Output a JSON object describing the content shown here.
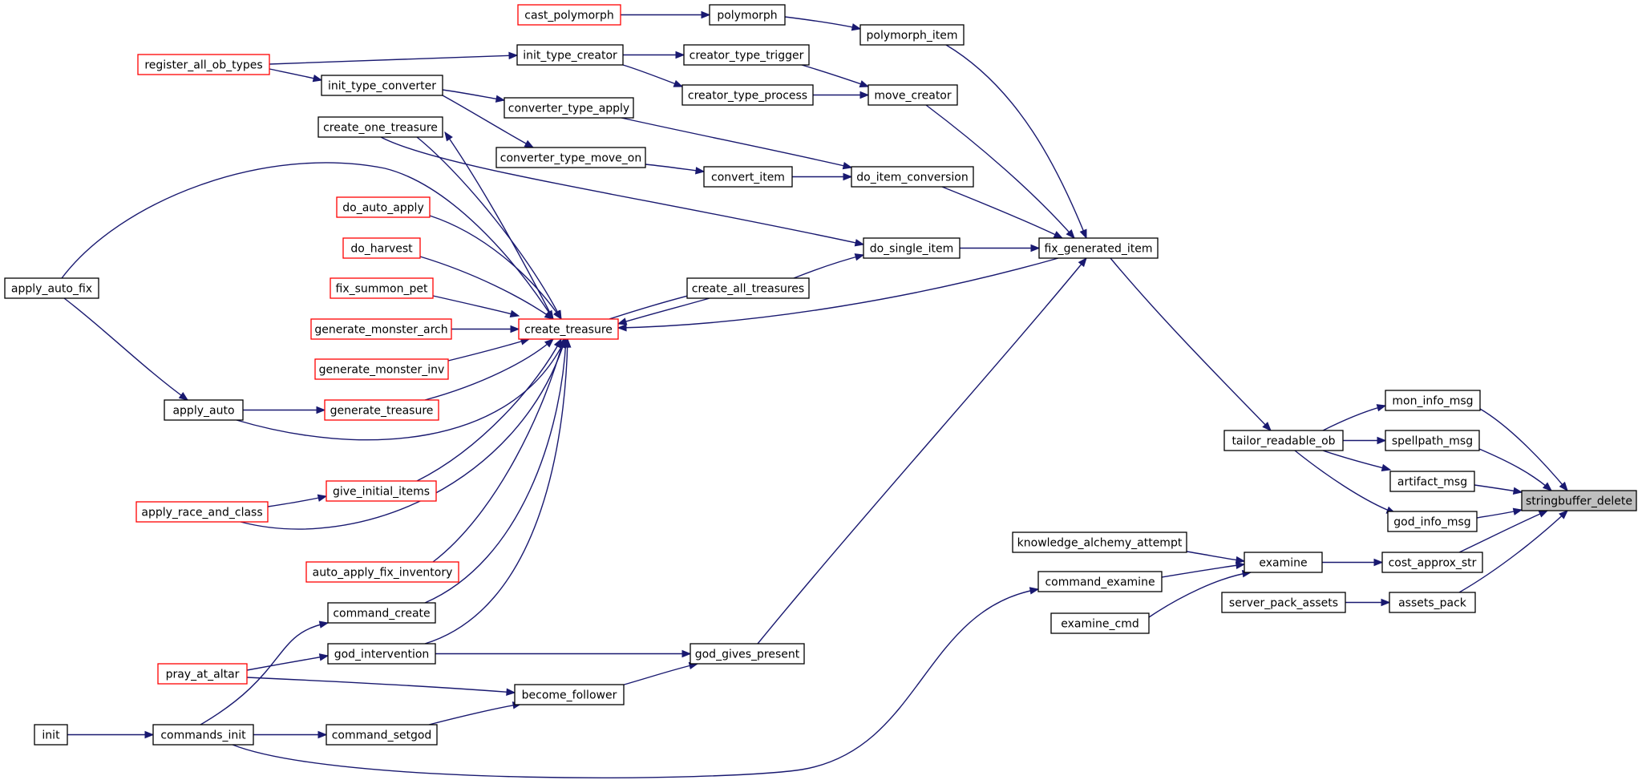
{
  "colors": {
    "edge": "#191970",
    "border_normal": "#000000",
    "border_truncated": "#ff0000",
    "focus_fill": "#bfbfbf"
  },
  "nodes": [
    {
      "id": "cast_polymorph",
      "label": "cast_polymorph",
      "style": "truncated"
    },
    {
      "id": "polymorph",
      "label": "polymorph",
      "style": "normal"
    },
    {
      "id": "polymorph_item",
      "label": "polymorph_item",
      "style": "normal"
    },
    {
      "id": "register_all_ob_types",
      "label": "register_all_ob_types",
      "style": "truncated"
    },
    {
      "id": "init_type_creator",
      "label": "init_type_creator",
      "style": "normal"
    },
    {
      "id": "creator_type_trigger",
      "label": "creator_type_trigger",
      "style": "normal"
    },
    {
      "id": "init_type_converter",
      "label": "init_type_converter",
      "style": "normal"
    },
    {
      "id": "creator_type_process",
      "label": "creator_type_process",
      "style": "normal"
    },
    {
      "id": "move_creator",
      "label": "move_creator",
      "style": "normal"
    },
    {
      "id": "converter_type_apply",
      "label": "converter_type_apply",
      "style": "normal"
    },
    {
      "id": "create_one_treasure",
      "label": "create_one_treasure",
      "style": "normal"
    },
    {
      "id": "converter_type_move_on",
      "label": "converter_type_move_on",
      "style": "normal"
    },
    {
      "id": "convert_item",
      "label": "convert_item",
      "style": "normal"
    },
    {
      "id": "do_item_conversion",
      "label": "do_item_conversion",
      "style": "normal"
    },
    {
      "id": "do_auto_apply",
      "label": "do_auto_apply",
      "style": "truncated"
    },
    {
      "id": "do_harvest",
      "label": "do_harvest",
      "style": "truncated"
    },
    {
      "id": "do_single_item",
      "label": "do_single_item",
      "style": "normal"
    },
    {
      "id": "fix_generated_item",
      "label": "fix_generated_item",
      "style": "normal"
    },
    {
      "id": "apply_auto_fix",
      "label": "apply_auto_fix",
      "style": "normal"
    },
    {
      "id": "fix_summon_pet",
      "label": "fix_summon_pet",
      "style": "truncated"
    },
    {
      "id": "create_all_treasures",
      "label": "create_all_treasures",
      "style": "normal"
    },
    {
      "id": "generate_monster_arch",
      "label": "generate_monster_arch",
      "style": "truncated"
    },
    {
      "id": "create_treasure",
      "label": "create_treasure",
      "style": "truncated"
    },
    {
      "id": "generate_monster_inv",
      "label": "generate_monster_inv",
      "style": "truncated"
    },
    {
      "id": "mon_info_msg",
      "label": "mon_info_msg",
      "style": "normal"
    },
    {
      "id": "apply_auto",
      "label": "apply_auto",
      "style": "normal"
    },
    {
      "id": "generate_treasure",
      "label": "generate_treasure",
      "style": "truncated"
    },
    {
      "id": "tailor_readable_ob",
      "label": "tailor_readable_ob",
      "style": "normal"
    },
    {
      "id": "spellpath_msg",
      "label": "spellpath_msg",
      "style": "normal"
    },
    {
      "id": "artifact_msg",
      "label": "artifact_msg",
      "style": "normal"
    },
    {
      "id": "give_initial_items",
      "label": "give_initial_items",
      "style": "truncated"
    },
    {
      "id": "stringbuffer_delete",
      "label": "stringbuffer_delete",
      "style": "focus"
    },
    {
      "id": "apply_race_and_class",
      "label": "apply_race_and_class",
      "style": "truncated"
    },
    {
      "id": "god_info_msg",
      "label": "god_info_msg",
      "style": "normal"
    },
    {
      "id": "knowledge_alchemy_attempt",
      "label": "knowledge_alchemy_attempt",
      "style": "normal"
    },
    {
      "id": "examine",
      "label": "examine",
      "style": "normal"
    },
    {
      "id": "cost_approx_str",
      "label": "cost_approx_str",
      "style": "normal"
    },
    {
      "id": "auto_apply_fix_inventory",
      "label": "auto_apply_fix_inventory",
      "style": "truncated"
    },
    {
      "id": "command_examine",
      "label": "command_examine",
      "style": "normal"
    },
    {
      "id": "command_create",
      "label": "command_create",
      "style": "normal"
    },
    {
      "id": "server_pack_assets",
      "label": "server_pack_assets",
      "style": "normal"
    },
    {
      "id": "assets_pack",
      "label": "assets_pack",
      "style": "normal"
    },
    {
      "id": "examine_cmd",
      "label": "examine_cmd",
      "style": "normal"
    },
    {
      "id": "god_intervention",
      "label": "god_intervention",
      "style": "normal"
    },
    {
      "id": "god_gives_present",
      "label": "god_gives_present",
      "style": "normal"
    },
    {
      "id": "pray_at_altar",
      "label": "pray_at_altar",
      "style": "truncated"
    },
    {
      "id": "become_follower",
      "label": "become_follower",
      "style": "normal"
    },
    {
      "id": "init",
      "label": "init",
      "style": "normal"
    },
    {
      "id": "commands_init",
      "label": "commands_init",
      "style": "normal"
    },
    {
      "id": "command_setgod",
      "label": "command_setgod",
      "style": "normal"
    }
  ],
  "edges": [
    {
      "from": "cast_polymorph",
      "to": "polymorph"
    },
    {
      "from": "polymorph",
      "to": "polymorph_item"
    },
    {
      "from": "polymorph_item",
      "to": "fix_generated_item"
    },
    {
      "from": "register_all_ob_types",
      "to": "init_type_creator"
    },
    {
      "from": "register_all_ob_types",
      "to": "init_type_converter"
    },
    {
      "from": "init_type_creator",
      "to": "creator_type_trigger"
    },
    {
      "from": "init_type_creator",
      "to": "creator_type_process"
    },
    {
      "from": "init_type_converter",
      "to": "converter_type_apply"
    },
    {
      "from": "init_type_converter",
      "to": "converter_type_move_on"
    },
    {
      "from": "creator_type_trigger",
      "to": "move_creator"
    },
    {
      "from": "creator_type_process",
      "to": "move_creator"
    },
    {
      "from": "move_creator",
      "to": "fix_generated_item"
    },
    {
      "from": "converter_type_apply",
      "to": "do_item_conversion"
    },
    {
      "from": "converter_type_move_on",
      "to": "convert_item"
    },
    {
      "from": "convert_item",
      "to": "do_item_conversion"
    },
    {
      "from": "do_item_conversion",
      "to": "fix_generated_item"
    },
    {
      "from": "create_one_treasure",
      "to": "do_single_item"
    },
    {
      "from": "create_one_treasure",
      "to": "create_treasure"
    },
    {
      "from": "create_treasure",
      "to": "create_one_treasure"
    },
    {
      "from": "create_treasure",
      "to": "create_all_treasures"
    },
    {
      "from": "create_all_treasures",
      "to": "create_treasure"
    },
    {
      "from": "create_all_treasures",
      "to": "do_single_item"
    },
    {
      "from": "do_single_item",
      "to": "fix_generated_item"
    },
    {
      "from": "fix_generated_item",
      "to": "create_treasure"
    },
    {
      "from": "fix_generated_item",
      "to": "tailor_readable_ob"
    },
    {
      "from": "do_auto_apply",
      "to": "create_treasure"
    },
    {
      "from": "do_harvest",
      "to": "create_treasure"
    },
    {
      "from": "fix_summon_pet",
      "to": "create_treasure"
    },
    {
      "from": "generate_monster_arch",
      "to": "create_treasure"
    },
    {
      "from": "generate_monster_inv",
      "to": "create_treasure"
    },
    {
      "from": "generate_treasure",
      "to": "create_treasure"
    },
    {
      "from": "give_initial_items",
      "to": "create_treasure"
    },
    {
      "from": "auto_apply_fix_inventory",
      "to": "create_treasure"
    },
    {
      "from": "command_create",
      "to": "create_treasure"
    },
    {
      "from": "god_intervention",
      "to": "create_treasure"
    },
    {
      "from": "apply_auto_fix",
      "to": "create_treasure"
    },
    {
      "from": "apply_auto_fix",
      "to": "apply_auto"
    },
    {
      "from": "apply_auto",
      "to": "generate_treasure"
    },
    {
      "from": "apply_auto",
      "to": "create_treasure"
    },
    {
      "from": "apply_race_and_class",
      "to": "give_initial_items"
    },
    {
      "from": "apply_race_and_class",
      "to": "create_treasure"
    },
    {
      "from": "tailor_readable_ob",
      "to": "mon_info_msg"
    },
    {
      "from": "tailor_readable_ob",
      "to": "spellpath_msg"
    },
    {
      "from": "tailor_readable_ob",
      "to": "artifact_msg"
    },
    {
      "from": "tailor_readable_ob",
      "to": "god_info_msg"
    },
    {
      "from": "mon_info_msg",
      "to": "stringbuffer_delete"
    },
    {
      "from": "spellpath_msg",
      "to": "stringbuffer_delete"
    },
    {
      "from": "artifact_msg",
      "to": "stringbuffer_delete"
    },
    {
      "from": "god_info_msg",
      "to": "stringbuffer_delete"
    },
    {
      "from": "cost_approx_str",
      "to": "stringbuffer_delete"
    },
    {
      "from": "assets_pack",
      "to": "stringbuffer_delete"
    },
    {
      "from": "examine",
      "to": "cost_approx_str"
    },
    {
      "from": "knowledge_alchemy_attempt",
      "to": "examine"
    },
    {
      "from": "command_examine",
      "to": "examine"
    },
    {
      "from": "examine_cmd",
      "to": "examine"
    },
    {
      "from": "server_pack_assets",
      "to": "assets_pack"
    },
    {
      "from": "god_gives_present",
      "to": "fix_generated_item"
    },
    {
      "from": "god_intervention",
      "to": "god_gives_present"
    },
    {
      "from": "become_follower",
      "to": "god_gives_present"
    },
    {
      "from": "pray_at_altar",
      "to": "god_intervention"
    },
    {
      "from": "pray_at_altar",
      "to": "become_follower"
    },
    {
      "from": "command_setgod",
      "to": "become_follower"
    },
    {
      "from": "init",
      "to": "commands_init"
    },
    {
      "from": "commands_init",
      "to": "command_create"
    },
    {
      "from": "commands_init",
      "to": "command_setgod"
    },
    {
      "from": "commands_init",
      "to": "command_examine"
    }
  ]
}
